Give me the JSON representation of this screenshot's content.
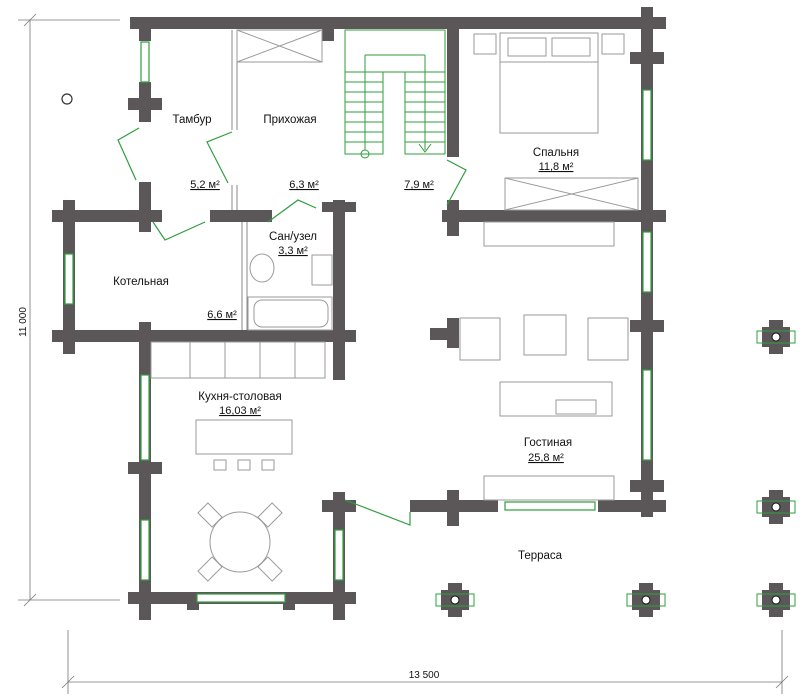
{
  "rooms": {
    "tambur": {
      "name": "Тамбур",
      "area": "5,2 м²"
    },
    "prihozhaya": {
      "name": "Прихожая",
      "area": "6,3 м²"
    },
    "hall": {
      "area": "7,9 м²"
    },
    "spalnya": {
      "name": "Спальня",
      "area": "11,8 м²"
    },
    "sanuzel": {
      "name": "Сан/узел",
      "area": "3,3 м²"
    },
    "kotelnaya": {
      "name": "Котельная",
      "area": "6,6 м²"
    },
    "kuhnya": {
      "name": "Кухня-столовая",
      "area": "16,03 м²"
    },
    "gostinaya": {
      "name": "Гостиная",
      "area": "25,8 м²"
    },
    "terrasa": {
      "name": "Терраса"
    }
  },
  "dimensions": {
    "height": "11 000",
    "width": "13 500"
  },
  "colors": {
    "wall": "#5b5759",
    "window": "#2e9e3e",
    "furniture": "#9a9a9a"
  }
}
